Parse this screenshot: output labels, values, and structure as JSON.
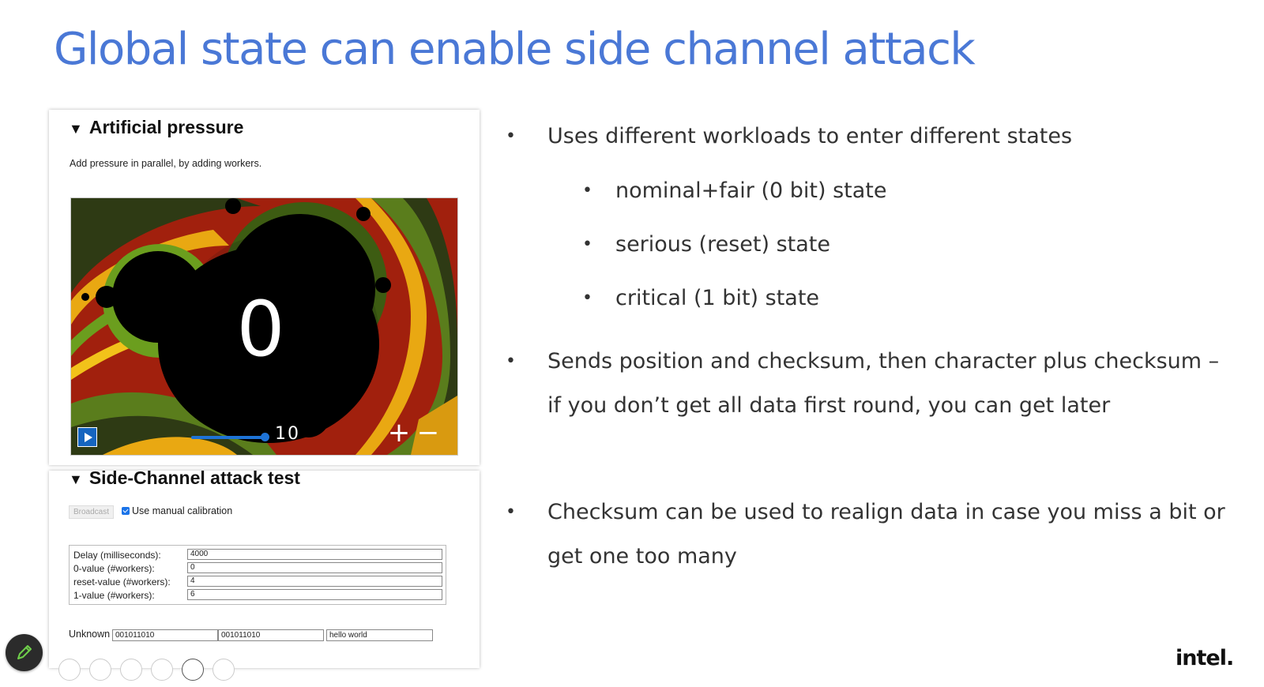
{
  "slide": {
    "title": "Global state can enable side channel attack"
  },
  "pressure_panel": {
    "header": "Artificial pressure",
    "description": "Add pressure in parallel, by adding workers.",
    "counter": "0",
    "worker_slider_value": "10",
    "zoom_in": "+",
    "zoom_out": "−"
  },
  "side_channel_panel": {
    "header": "Side-Channel attack test",
    "broadcast_label": "Broadcast",
    "manual_calibration_label": "Use manual calibration",
    "params": [
      {
        "label": "Delay (milliseconds):",
        "value": "4000"
      },
      {
        "label": "0-value (#workers):",
        "value": "0"
      },
      {
        "label": "reset-value (#workers):",
        "value": "4"
      },
      {
        "label": "1-value (#workers):",
        "value": "6"
      }
    ],
    "unknown_label": "Unknown",
    "unknown_values": [
      "001011010",
      "001011010",
      "hello world"
    ]
  },
  "bullets": {
    "b1": "Uses different workloads to enter different states",
    "b1_sub": [
      "nominal+fair (0 bit) state",
      "serious (reset) state",
      "critical (1 bit) state"
    ],
    "b2": "Sends position and checksum, then character plus checksum – if you don’t get all data first round, you can get later",
    "b3": "Checksum can be used to realign data in case you miss a bit or get one too many",
    "bullet_glyph": "•"
  },
  "footer": {
    "logo_text": "intel."
  },
  "icons": {
    "fab": "pen-icon",
    "toolbar": [
      "arrow-icon",
      "pencil-icon",
      "grid-icon",
      "search-icon",
      "captions-icon",
      "camera-icon",
      "more-icon"
    ]
  },
  "colors": {
    "title": "#4a78d6",
    "accent": "#1e73d6"
  }
}
